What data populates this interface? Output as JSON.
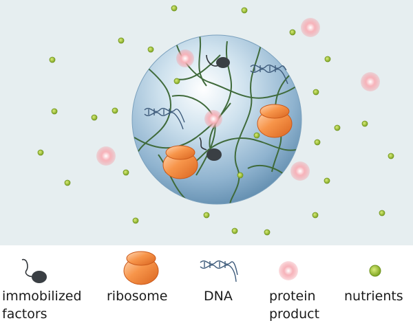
{
  "legend": {
    "immobilized_factors": "immobilized\nfactors",
    "ribosome": "ribosome",
    "dna": "DNA",
    "protein_product": "protein\nproduct",
    "nutrients": "nutrients"
  },
  "colors": {
    "background": "#e6eef0",
    "sphere_light": "#ffffff",
    "sphere_mid": "#a9c9de",
    "sphere_dark": "#5a86a8",
    "polymer": "#3f6a3a",
    "ribosome": "#f0823a",
    "ribosome_highlight": "#ffd0a8",
    "dna": "#3d5a7a",
    "protein": "#f08a95",
    "nutrient": "#9bc02a",
    "factor": "#3a3f44"
  }
}
